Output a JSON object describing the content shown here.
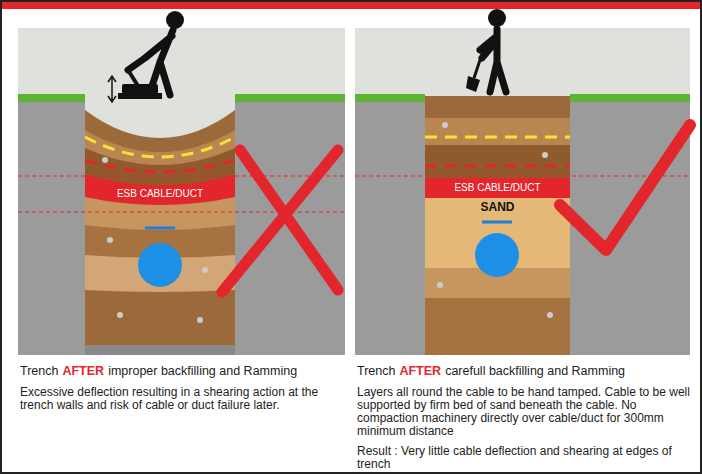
{
  "diagram": {
    "nodes": [
      {
        "text": [
          "ESB CABLE/DUCT"
        ]
      },
      {
        "text": [
          "ESB CABLE/DUCT"
        ]
      }
    ],
    "labels": [
      "Trench",
      "AFTER",
      "improper backfilling and Ramming",
      "Excessive deflection resulting in a shearing action at the trench walls and risk of cable or duct failure later.",
      "SAND",
      "Trench",
      "AFTER",
      "carefull backfilling and Ramming",
      "Layers all round the cable to be hand tamped. Cable to be well supported by firm bed of sand beneath the cable. No compaction machinery directly over cable/duct for 300mm minimum distance",
      "Result : Very little cable deflection and shearing at edges of trench"
    ]
  }
}
